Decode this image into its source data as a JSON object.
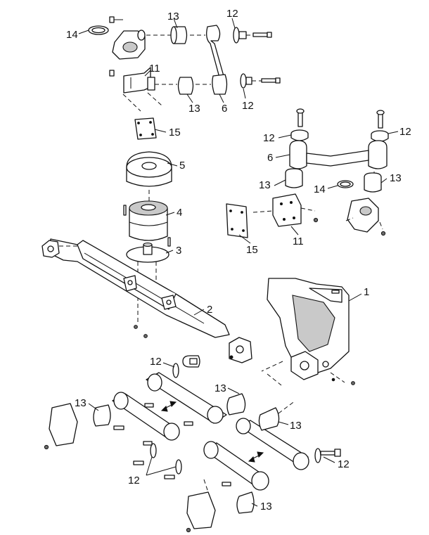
{
  "callouts": {
    "c1": "1",
    "c2": "2",
    "c3": "3",
    "c4": "4",
    "c5": "5",
    "c6a": "6",
    "c6b": "6",
    "c11a": "11",
    "c11b": "11",
    "c12a": "12",
    "c12b": "12",
    "c12c": "12",
    "c12d": "12",
    "c12e": "12",
    "c12f": "12",
    "c12g": "12",
    "c13a": "13",
    "c13b": "13",
    "c13c": "13",
    "c13d": "13",
    "c13e": "13",
    "c13f": "13",
    "c13g": "13",
    "c14a": "14",
    "c14b": "14",
    "c15a": "15",
    "c15b": "15"
  },
  "colors": {
    "line": "#111111",
    "fill": "#ffffff",
    "shade": "#c9c9c9"
  }
}
